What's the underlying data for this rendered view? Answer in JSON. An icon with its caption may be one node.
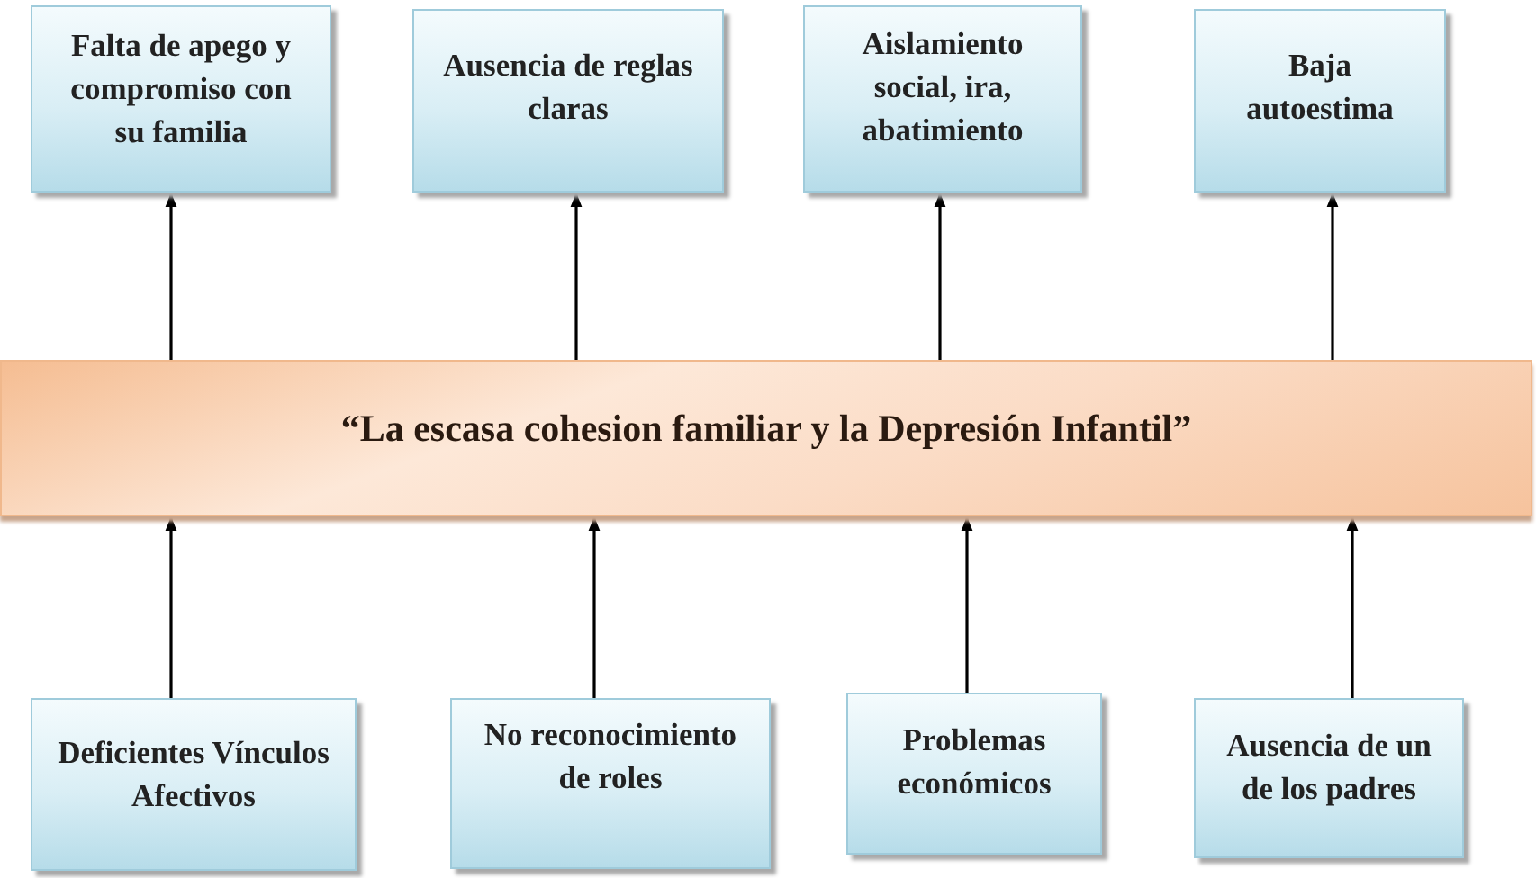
{
  "diagram": {
    "nodes": [
      {
        "text": [
          "Falta de apego y compromiso con su familia"
        ]
      },
      {
        "text": [
          "Ausencia de reglas claras"
        ]
      },
      {
        "text": [
          "Aislamiento social, ira, abatimiento"
        ]
      },
      {
        "text": [
          "Baja autoestima"
        ]
      },
      {
        "text": [
          "“La escasa cohesion familiar y la Depresión Infantil”"
        ]
      },
      {
        "text": [
          "Deficientes Vínculos Afectivos"
        ]
      },
      {
        "text": [
          "No reconocimiento de roles"
        ]
      },
      {
        "text": [
          "Problemas económicos"
        ]
      },
      {
        "text": [
          "Ausencia de un de los padres"
        ]
      }
    ],
    "edges": [
      {
        "from": 4,
        "to": 0,
        "arrow": "to"
      },
      {
        "from": 4,
        "to": 1,
        "arrow": "to"
      },
      {
        "from": 4,
        "to": 2,
        "arrow": "to"
      },
      {
        "from": 4,
        "to": 3,
        "arrow": "to"
      },
      {
        "from": 5,
        "to": 4,
        "arrow": "to"
      },
      {
        "from": 6,
        "to": 4,
        "arrow": "to"
      },
      {
        "from": 7,
        "to": 4,
        "arrow": "to"
      },
      {
        "from": 8,
        "to": 4,
        "arrow": "to"
      }
    ]
  }
}
